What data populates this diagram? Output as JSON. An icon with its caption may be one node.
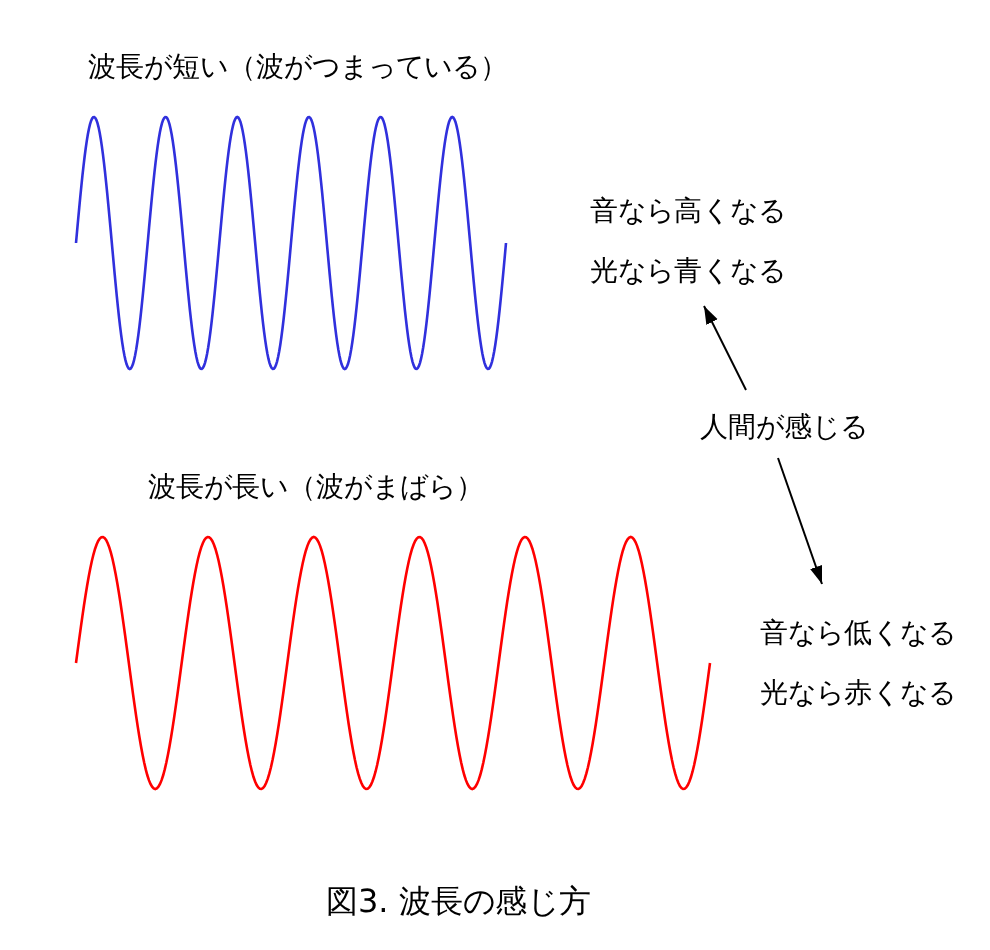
{
  "diagram": {
    "caption": "図3. 波長の感じ方",
    "nodes": [
      {
        "text": [
          "音なら高くなる",
          "光なら青くなる"
        ]
      },
      {
        "text": [
          "人間が感じる"
        ]
      },
      {
        "text": [
          "音なら低くなる",
          "光なら赤くなる"
        ]
      }
    ],
    "edges": [
      {
        "from": 1,
        "to": 0,
        "arrow": "to"
      },
      {
        "from": 1,
        "to": 2,
        "arrow": "to"
      }
    ],
    "labels": [
      "波長が短い（波がつまっている）",
      "波長が長い（波がまばら）"
    ]
  }
}
